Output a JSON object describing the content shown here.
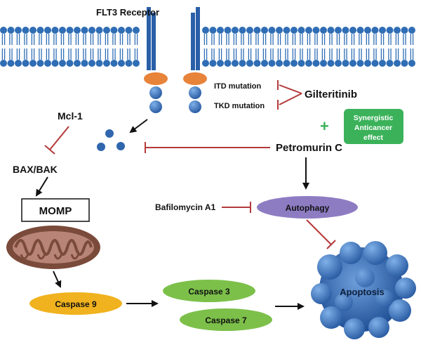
{
  "labels": {
    "receptor": "FLT3 Receptor",
    "itd": "ITD mutation",
    "tkd": "TKD mutation",
    "gilteritinib": "Gilteritinib",
    "plus": "+",
    "synergy": [
      "Synergistic",
      "Anticancer",
      "effect"
    ],
    "mcl1": "Mcl-1",
    "bax": "BAX/BAK",
    "petromurin": "Petromurin C",
    "bafilomycin": "Bafilomycin A1",
    "autophagy": "Autophagy",
    "momp": "MOMP",
    "casp9": "Caspase 9",
    "casp3": "Caspase 3",
    "casp7": "Caspase 7",
    "apoptosis": "Apoptosis"
  },
  "colors": {
    "membrane": "#2f6db5",
    "inhibit": "#b4393a",
    "arrow": "#111111",
    "receptor_ligand": "#e8833a",
    "receptor_domain": "#3a78c6",
    "mcl1_dots": "#2f66ad",
    "synergy_box": "#3bb25a",
    "autophagy": "#8e7cc3",
    "mitochondrion": "#7a4a3a",
    "casp9": "#f0b21e",
    "casp37": "#7cc04a",
    "apoptosis": "#3d74bf"
  }
}
